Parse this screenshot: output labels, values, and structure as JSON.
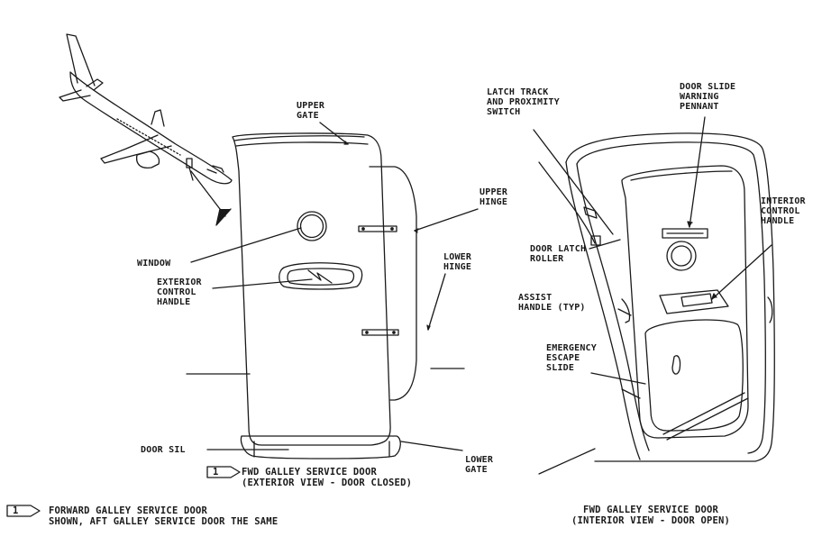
{
  "exterior": {
    "labels": {
      "upper_gate": "UPPER\nGATE",
      "upper_hinge": "UPPER\nHINGE",
      "window": "WINDOW",
      "lower_hinge": "LOWER\nHINGE",
      "exterior_control_handle": "EXTERIOR\nCONTROL\nHANDLE",
      "door_sil": "DOOR SIL",
      "lower_gate": "LOWER\nGATE"
    },
    "caption_note": "1",
    "caption": "FWD GALLEY SERVICE DOOR\n(EXTERIOR VIEW - DOOR CLOSED)"
  },
  "interior": {
    "labels": {
      "latch_track": "LATCH TRACK\nAND PROXIMITY\nSWITCH",
      "door_slide_warning": "DOOR SLIDE\nWARNING\nPENNANT",
      "interior_control_handle": "INTERIOR\nCONTROL\nHANDLE",
      "door_latch_roller": "DOOR LATCH\nROLLER",
      "assist_handle": "ASSIST\nHANDLE (TYP)",
      "emergency_escape_slide": "EMERGENCY\nESCAPE\nSLIDE"
    },
    "caption": "FWD GALLEY SERVICE DOOR\n(INTERIOR VIEW - DOOR OPEN)"
  },
  "footnote": {
    "flag": "1",
    "text": "FORWARD GALLEY SERVICE DOOR\nSHOWN, AFT GALLEY SERVICE DOOR THE SAME"
  },
  "colors": {
    "ink": "#1a1a1a",
    "background": "#ffffff"
  }
}
